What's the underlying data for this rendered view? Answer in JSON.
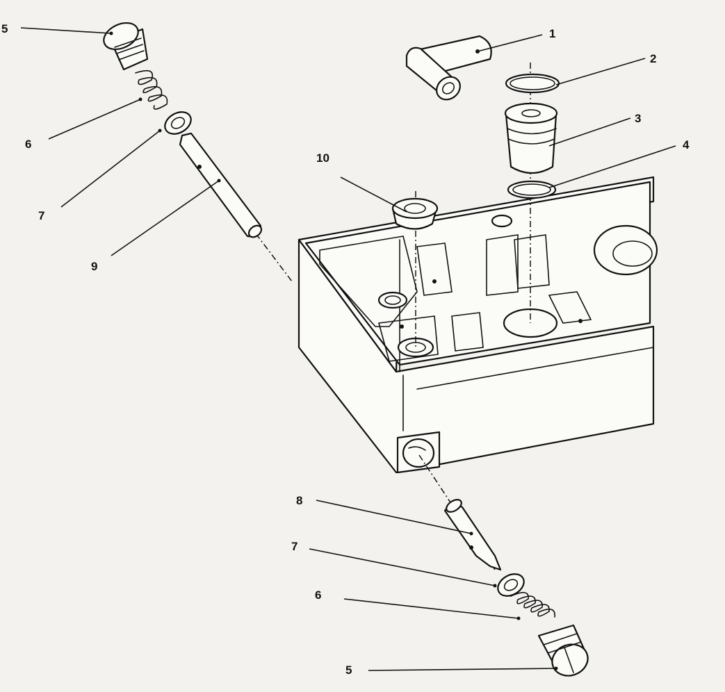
{
  "callouts": [
    {
      "id": "c1",
      "label": "1"
    },
    {
      "id": "c2",
      "label": "2"
    },
    {
      "id": "c3",
      "label": "3"
    },
    {
      "id": "c4",
      "label": "4"
    },
    {
      "id": "c5a",
      "label": "5"
    },
    {
      "id": "c5b",
      "label": "5"
    },
    {
      "id": "c6a",
      "label": "6"
    },
    {
      "id": "c6b",
      "label": "6"
    },
    {
      "id": "c7a",
      "label": "7"
    },
    {
      "id": "c7b",
      "label": "7"
    },
    {
      "id": "c8",
      "label": "8"
    },
    {
      "id": "c9",
      "label": "9"
    },
    {
      "id": "c10",
      "label": "10"
    }
  ]
}
